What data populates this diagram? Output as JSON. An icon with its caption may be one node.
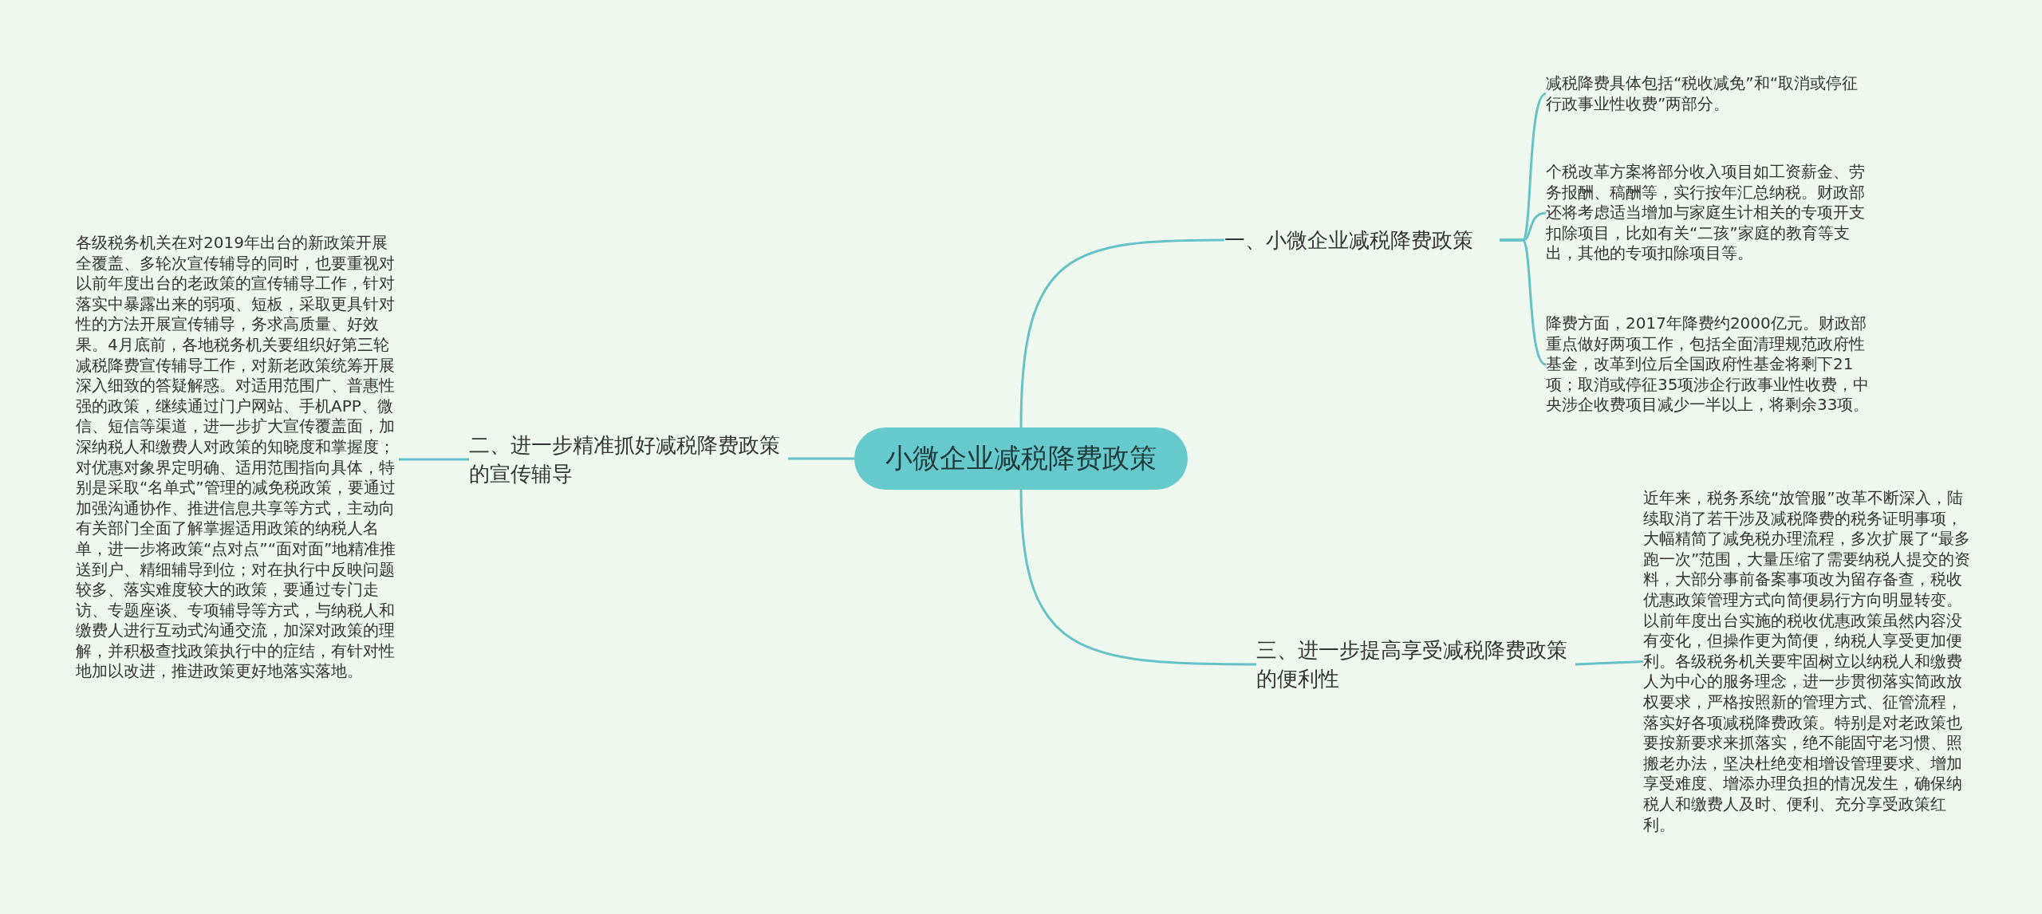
{
  "diagram": {
    "nodes": [
      {
        "text": [
          "小微企业减税降费政策"
        ]
      },
      {
        "text": [
          "一、小微企业减税降费政策"
        ]
      },
      {
        "text": [
          "减税降费具体包括“税收减免”和“取消或停征行政事业性收费”两部分。"
        ]
      },
      {
        "text": [
          "个税改革方案将部分收入项目如工资薪金、劳务报酬、稿酬等，实行按年汇总纳税。财政部还将考虑适当增加与家庭生计相关的专项开支扣除项目，比如有关“二孩”家庭的教育等支出，其他的专项扣除项目等。"
        ]
      },
      {
        "text": [
          "降费方面，2017年降费约2000亿元。财政部重点做好两项工作，包括全面清理规范政府性基金，改革到位后全国政府性基金将剩下21项；取消或停征35项涉企行政事业性收费，中央涉企收费项目减少一半以上，将剩余33项。"
        ]
      },
      {
        "text": [
          "二、进一步精准抓好减税降费政策的宣传辅导"
        ]
      },
      {
        "text": [
          "各级税务机关在对2019年出台的新政策开展全覆盖、多轮次宣传辅导的同时，也要重视对以前年度出台的老政策的宣传辅导工作，针对落实中暴露出来的弱项、短板，采取更具针对性的方法开展宣传辅导，务求高质量、好效果。4月底前，各地税务机关要组织好第三轮减税降费宣传辅导工作，对新老政策统筹开展深入细致的答疑解惑。对适用范围广、普惠性强的政策，继续通过门户网站、手机APP、微信、短信等渠道，进一步扩大宣传覆盖面，加深纳税人和缴费人对政策的知晓度和掌握度；对优惠对象界定明确、适用范围指向具体，特别是采取“名单式”管理的减免税政策，要通过加强沟通协作、推进信息共享等方式，主动向有关部门全面了解掌握适用政策的纳税人名单，进一步将政策“点对点”“面对面”地精准推送到户、精细辅导到位；对在执行中反映问题较多、落实难度较大的政策，要通过专门走访、专题座谈、专项辅导等方式，与纳税人和缴费人进行互动式沟通交流，加深对政策的理解，并积极查找政策执行中的症结，有针对性地加以改进，推进政策更好地落实落地。"
        ]
      },
      {
        "text": [
          "三、进一步提高享受减税降费政策的便利性"
        ]
      },
      {
        "text": [
          "近年来，税务系统“放管服”改革不断深入，陆续取消了若干涉及减税降费的税务证明事项，大幅精简了减免税办理流程，多次扩展了“最多跑一次”范围，大量压缩了需要纳税人提交的资料，大部分事前备案事项改为留存备查，税收优惠政策管理方式向简便易行方向明显转变。以前年度出台实施的税收优惠政策虽然内容没有变化，但操作更为简便，纳税人享受更加便利。各级税务机关要牢固树立以纳税人和缴费人为中心的服务理念，进一步贯彻落实简政放权要求，严格按照新的管理方式、征管流程，落实好各项减税降费政策。特别是对老政策也要按新要求来抓落实，绝不能固守老习惯、照搬老办法，坚决杜绝变相增设管理要求、增加享受难度、增添办理负担的情况发生，确保纳税人和缴费人及时、便利、充分享受政策红利。"
        ]
      }
    ],
    "edges": [
      {
        "from": 0,
        "to": 1,
        "arrow": "none"
      },
      {
        "from": 1,
        "to": 2,
        "arrow": "none"
      },
      {
        "from": 1,
        "to": 3,
        "arrow": "none"
      },
      {
        "from": 1,
        "to": 4,
        "arrow": "none"
      },
      {
        "from": 0,
        "to": 5,
        "arrow": "none"
      },
      {
        "from": 5,
        "to": 6,
        "arrow": "none"
      },
      {
        "from": 0,
        "to": 7,
        "arrow": "none"
      },
      {
        "from": 7,
        "to": 8,
        "arrow": "none"
      }
    ]
  }
}
